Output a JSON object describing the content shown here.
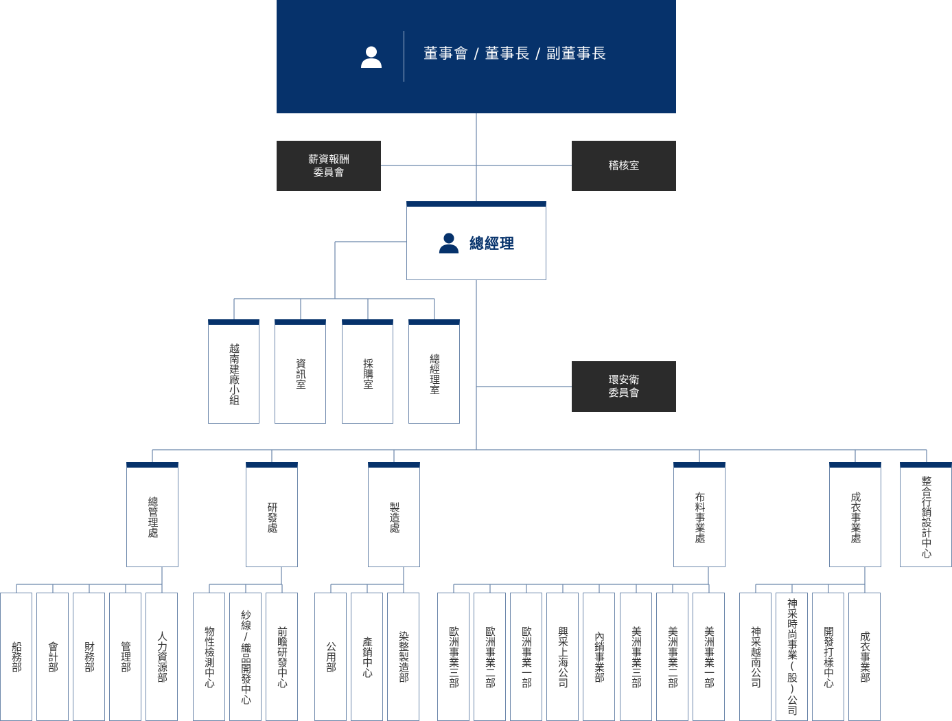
{
  "board": {
    "title": "董事會 / 董事長 / 副董事長",
    "icon": "person-icon"
  },
  "board_committees": {
    "compensation": "薪資報酬\n委員會",
    "audit": "稽核室"
  },
  "general_manager": {
    "title": "總經理",
    "icon": "person-icon"
  },
  "gm_offices": [
    "越南建廠小組",
    "資訊室",
    "採購室",
    "總經理室"
  ],
  "safety_committee": "環安衛\n委員會",
  "divisions": [
    {
      "name": "總管理處",
      "units": [
        "船務部",
        "會計部",
        "財務部",
        "管理部",
        "人力資源部"
      ]
    },
    {
      "name": "研發處",
      "units": [
        "物性檢測中心",
        "紗線/織品開發中心",
        "前瞻研發中心"
      ]
    },
    {
      "name": "製造處",
      "units": [
        "公用部",
        "產銷中心",
        "染整製造部"
      ]
    },
    {
      "name": "布料事業處",
      "units": [
        "歐洲事業三部",
        "歐洲事業二部",
        "歐洲事業一部",
        "興采上海公司",
        "內銷事業部",
        "美洲事業三部",
        "美洲事業二部",
        "美洲事業一部"
      ]
    },
    {
      "name": "成衣事業處",
      "units": [
        "神采越南公司",
        "神采時尚事業(股)公司",
        "開發打樣中心",
        "成衣事業部"
      ]
    },
    {
      "name": "整合行銷設計中心",
      "units": []
    }
  ],
  "colors": {
    "navy": "#06326b",
    "dark": "#2b2b2b",
    "line": "#6b86aa"
  }
}
